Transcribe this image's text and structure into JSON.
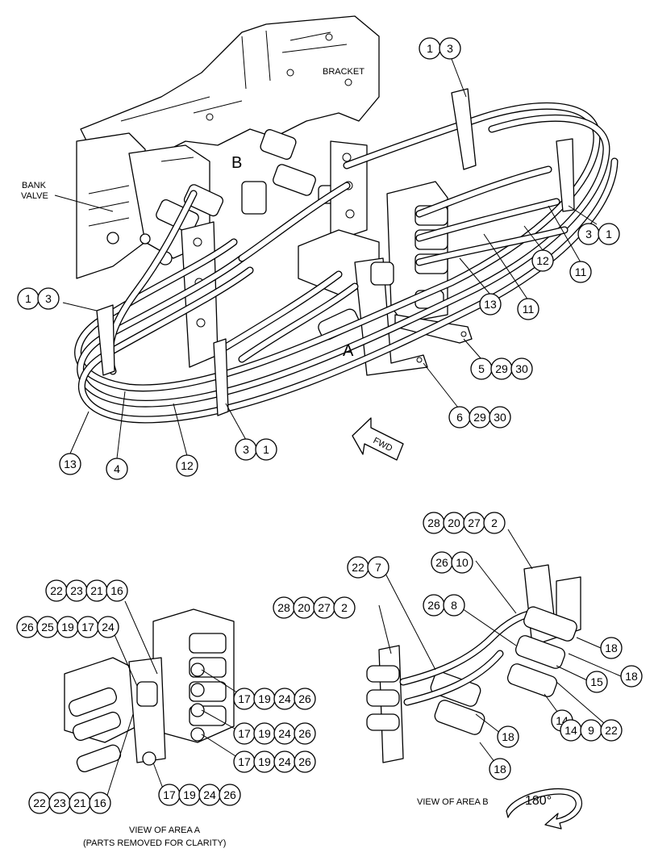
{
  "labels": {
    "bracket": "BRACKET",
    "bank_valve_line1": "BANK",
    "bank_valve_line2": "VALVE",
    "area_b_marker": "B",
    "area_a_marker": "A",
    "fwd": "FWD",
    "view_area_a_line1": "VIEW OF AREA A",
    "view_area_a_line2": "(PARTS REMOVED FOR CLARITY)",
    "view_area_b": "VIEW OF AREA B",
    "rotation": "180°"
  },
  "callouts": [
    {
      "id": "c1",
      "numbers": [
        "1",
        "3"
      ]
    },
    {
      "id": "c2",
      "numbers": [
        "3",
        "1"
      ]
    },
    {
      "id": "c3",
      "numbers": [
        "12"
      ]
    },
    {
      "id": "c4",
      "numbers": [
        "11"
      ]
    },
    {
      "id": "c5",
      "numbers": [
        "13"
      ]
    },
    {
      "id": "c6",
      "numbers": [
        "11"
      ]
    },
    {
      "id": "c7",
      "numbers": [
        "1",
        "3"
      ]
    },
    {
      "id": "c8",
      "numbers": [
        "5",
        "29",
        "30"
      ]
    },
    {
      "id": "c9",
      "numbers": [
        "6",
        "29",
        "30"
      ]
    },
    {
      "id": "c10",
      "numbers": [
        "3",
        "1"
      ]
    },
    {
      "id": "c11",
      "numbers": [
        "13"
      ]
    },
    {
      "id": "c12",
      "numbers": [
        "4"
      ]
    },
    {
      "id": "c13",
      "numbers": [
        "12"
      ]
    },
    {
      "id": "c14",
      "numbers": [
        "28",
        "20",
        "27",
        "2"
      ]
    },
    {
      "id": "c15",
      "numbers": [
        "22",
        "7"
      ]
    },
    {
      "id": "c16",
      "numbers": [
        "26",
        "10"
      ]
    },
    {
      "id": "c17",
      "numbers": [
        "28",
        "20",
        "27",
        "2"
      ]
    },
    {
      "id": "c18",
      "numbers": [
        "26",
        "8"
      ]
    },
    {
      "id": "c19",
      "numbers": [
        "18"
      ]
    },
    {
      "id": "c20",
      "numbers": [
        "18"
      ]
    },
    {
      "id": "c21",
      "numbers": [
        "15"
      ]
    },
    {
      "id": "c22",
      "numbers": [
        "14"
      ]
    },
    {
      "id": "c23",
      "numbers": [
        "14",
        "9",
        "22"
      ]
    },
    {
      "id": "c24",
      "numbers": [
        "18"
      ]
    },
    {
      "id": "c25",
      "numbers": [
        "18"
      ]
    },
    {
      "id": "c26",
      "numbers": [
        "22",
        "23",
        "21",
        "16"
      ]
    },
    {
      "id": "c27",
      "numbers": [
        "26",
        "25",
        "19",
        "17",
        "24"
      ]
    },
    {
      "id": "c28",
      "numbers": [
        "17",
        "19",
        "24",
        "26"
      ]
    },
    {
      "id": "c29",
      "numbers": [
        "17",
        "19",
        "24",
        "26"
      ]
    },
    {
      "id": "c30",
      "numbers": [
        "17",
        "19",
        "24",
        "26"
      ]
    },
    {
      "id": "c31",
      "numbers": [
        "22",
        "23",
        "21",
        "16"
      ]
    },
    {
      "id": "c32",
      "numbers": [
        "17",
        "19",
        "24",
        "26"
      ]
    }
  ],
  "colors": {
    "ink": "#000000",
    "paper": "#ffffff"
  }
}
